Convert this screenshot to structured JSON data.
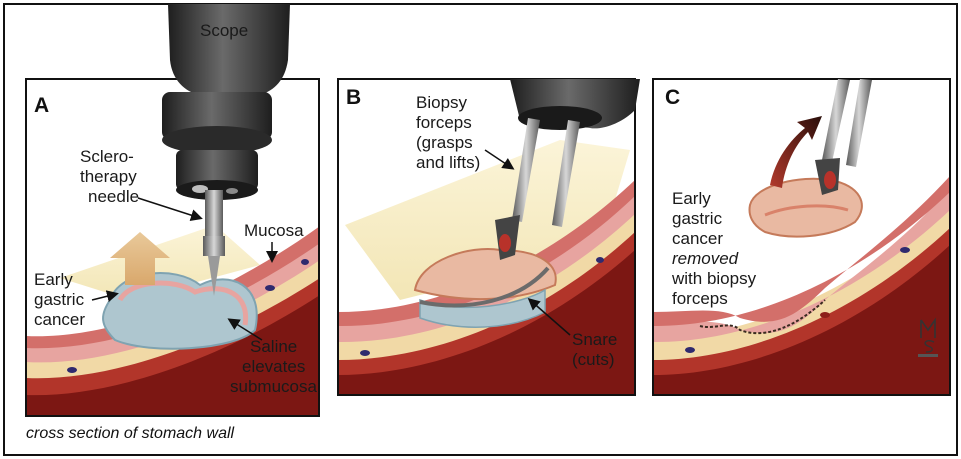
{
  "scope_label": "Scope",
  "caption": "cross section of stomach wall",
  "signature": "MS",
  "colors": {
    "frame": "#111111",
    "tissue_dark": "#8c1f1a",
    "tissue_mid": "#c0392b",
    "mucosa": "#e7a4a0",
    "fat": "#f1d9a6",
    "saline": "#aec6cf",
    "scope_body": "#3a3a3a",
    "light_beam": "#f6edc4"
  },
  "panels": [
    {
      "letter": "A",
      "labels": {
        "sclerotherapy_line1": "Sclero-",
        "sclerotherapy_line2": "therapy",
        "sclerotherapy_line3": "needle",
        "mucosa": "Mucosa",
        "early_line1": "Early",
        "early_line2": "gastric",
        "early_line3": "cancer",
        "saline_line1": "Saline",
        "saline_line2": "elevates",
        "saline_line3": "submucosa"
      }
    },
    {
      "letter": "B",
      "labels": {
        "biopsy_line1": "Biopsy",
        "biopsy_line2": "forceps",
        "biopsy_line3": "(grasps",
        "biopsy_line4": "and lifts)",
        "snare_line1": "Snare",
        "snare_line2": "(cuts)"
      }
    },
    {
      "letter": "C",
      "labels": {
        "removed_line1": "Early",
        "removed_line2": "gastric",
        "removed_line3": "cancer",
        "removed_line4": "removed",
        "removed_line5": "with biopsy",
        "removed_line6": "forceps"
      }
    }
  ]
}
